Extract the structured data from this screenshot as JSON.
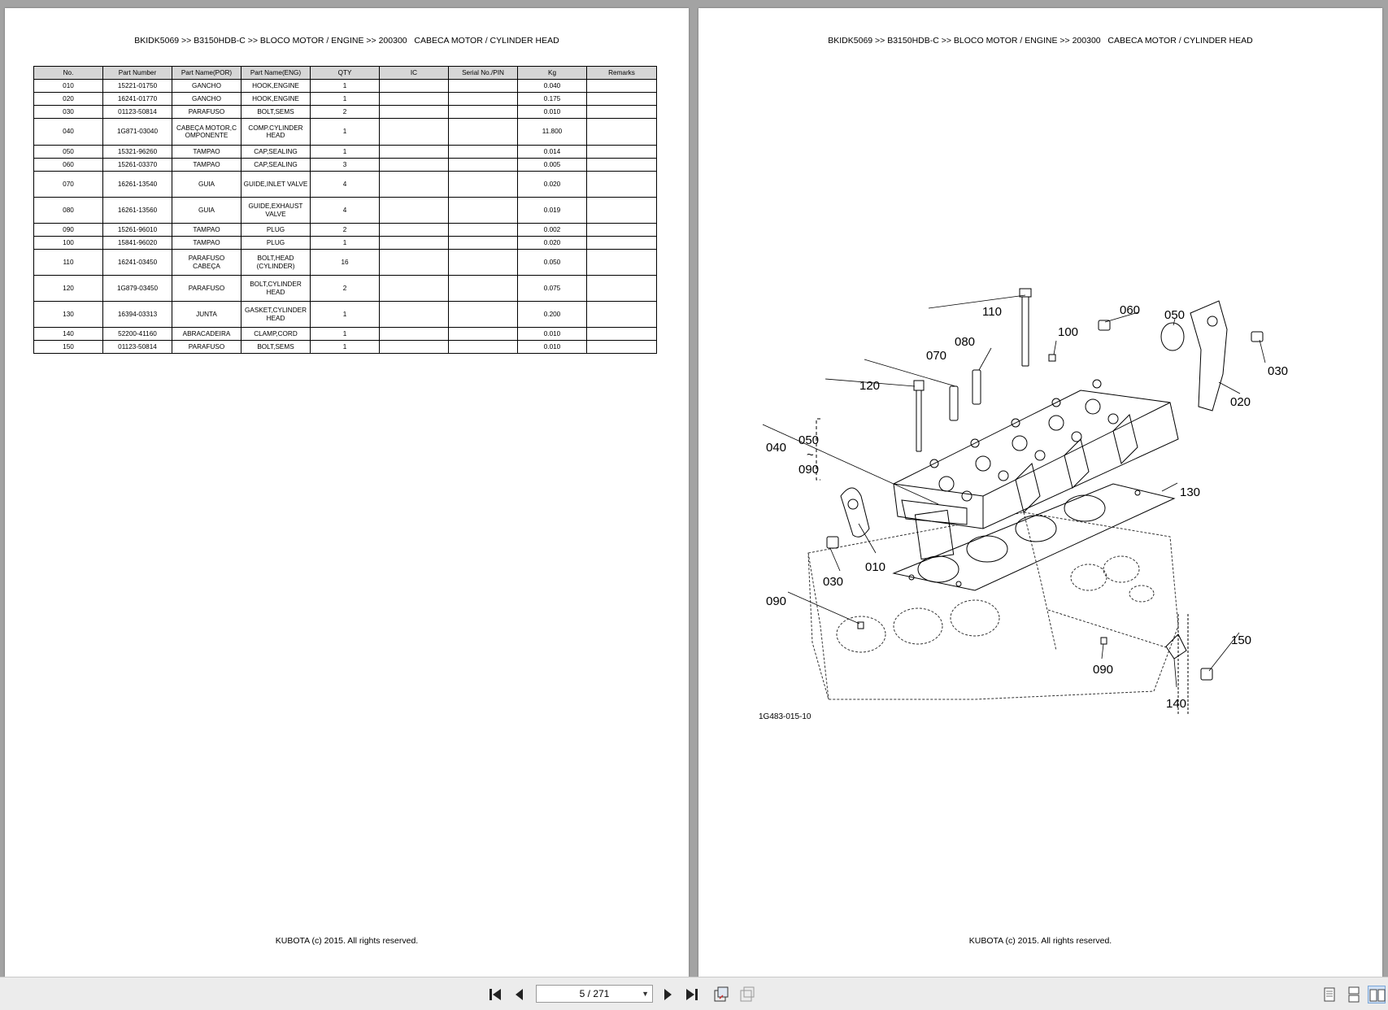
{
  "document": {
    "breadcrumb": "BKIDK5069 >> B3150HDB-C >> BLOCO MOTOR / ENGINE >> 200300   CABECA MOTOR / CYLINDER HEAD",
    "footer": "KUBOTA (c) 2015. All rights reserved.",
    "figure_code": "1G483-015-10"
  },
  "table": {
    "headers": [
      "No.",
      "Part Number",
      "Part Name(POR)",
      "Part Name(ENG)",
      "QTY",
      "IC",
      "Serial No./PIN",
      "Kg",
      "Remarks"
    ],
    "rows": [
      {
        "no": "010",
        "part": "15221-01750",
        "por": "GANCHO",
        "eng": "HOOK,ENGINE",
        "qty": "1",
        "ic": "",
        "serial": "",
        "kg": "0.040",
        "remarks": ""
      },
      {
        "no": "020",
        "part": "16241-01770",
        "por": "GANCHO",
        "eng": "HOOK,ENGINE",
        "qty": "1",
        "ic": "",
        "serial": "",
        "kg": "0.175",
        "remarks": ""
      },
      {
        "no": "030",
        "part": "01123-50814",
        "por": "PARAFUSO",
        "eng": "BOLT,SEMS",
        "qty": "2",
        "ic": "",
        "serial": "",
        "kg": "0.010",
        "remarks": ""
      },
      {
        "no": "040",
        "part": "1G871-03040",
        "por": "CABEÇA MOTOR,COMPONENTE",
        "eng": "COMP.CYLINDER HEAD",
        "qty": "1",
        "ic": "",
        "serial": "",
        "kg": "11.800",
        "remarks": ""
      },
      {
        "no": "050",
        "part": "15321-96260",
        "por": "TAMPAO",
        "eng": "CAP,SEALING",
        "qty": "1",
        "ic": "",
        "serial": "",
        "kg": "0.014",
        "remarks": ""
      },
      {
        "no": "060",
        "part": "15261-03370",
        "por": "TAMPAO",
        "eng": "CAP,SEALING",
        "qty": "3",
        "ic": "",
        "serial": "",
        "kg": "0.005",
        "remarks": ""
      },
      {
        "no": "070",
        "part": "16261-13540",
        "por": "GUIA",
        "eng": "GUIDE,INLET VALVE",
        "qty": "4",
        "ic": "",
        "serial": "",
        "kg": "0.020",
        "remarks": ""
      },
      {
        "no": "080",
        "part": "16261-13560",
        "por": "GUIA",
        "eng": "GUIDE,EXHAUST VALVE",
        "qty": "4",
        "ic": "",
        "serial": "",
        "kg": "0.019",
        "remarks": ""
      },
      {
        "no": "090",
        "part": "15261-96010",
        "por": "TAMPAO",
        "eng": "PLUG",
        "qty": "2",
        "ic": "",
        "serial": "",
        "kg": "0.002",
        "remarks": ""
      },
      {
        "no": "100",
        "part": "15841-96020",
        "por": "TAMPAO",
        "eng": "PLUG",
        "qty": "1",
        "ic": "",
        "serial": "",
        "kg": "0.020",
        "remarks": ""
      },
      {
        "no": "110",
        "part": "16241-03450",
        "por": "PARAFUSO CABEÇA",
        "eng": "BOLT,HEAD (CYLINDER)",
        "qty": "16",
        "ic": "",
        "serial": "",
        "kg": "0.050",
        "remarks": ""
      },
      {
        "no": "120",
        "part": "1G879-03450",
        "por": "PARAFUSO",
        "eng": "BOLT,CYLINDER HEAD",
        "qty": "2",
        "ic": "",
        "serial": "",
        "kg": "0.075",
        "remarks": ""
      },
      {
        "no": "130",
        "part": "16394-03313",
        "por": "JUNTA",
        "eng": "GASKET,CYLINDER HEAD",
        "qty": "1",
        "ic": "",
        "serial": "",
        "kg": "0.200",
        "remarks": ""
      },
      {
        "no": "140",
        "part": "52200-41160",
        "por": "ABRACADEIRA",
        "eng": "CLAMP,CORD",
        "qty": "1",
        "ic": "",
        "serial": "",
        "kg": "0.010",
        "remarks": ""
      },
      {
        "no": "150",
        "part": "01123-50814",
        "por": "PARAFUSO",
        "eng": "BOLT,SEMS",
        "qty": "1",
        "ic": "",
        "serial": "",
        "kg": "0.010",
        "remarks": ""
      }
    ]
  },
  "callouts": {
    "c010": "010",
    "c020": "020",
    "c030a": "030",
    "c030b": "030",
    "c040": "040",
    "c050a": "050",
    "c050b": "050",
    "c060": "060",
    "c070": "070",
    "c080": "080",
    "c090a": "090",
    "c090b": "090",
    "c090c": "090",
    "c100": "100",
    "c110": "110",
    "c120": "120",
    "c130": "130",
    "c140": "140",
    "c150": "150",
    "tilde": "~"
  },
  "toolbar": {
    "page_indicator": "5 / 271",
    "icons": [
      "first-page-icon",
      "prev-page-icon",
      "next-page-icon",
      "last-page-icon",
      "fit-page-icon",
      "fit-width-icon",
      "single-page-icon",
      "continuous-page-icon",
      "two-page-icon"
    ]
  }
}
